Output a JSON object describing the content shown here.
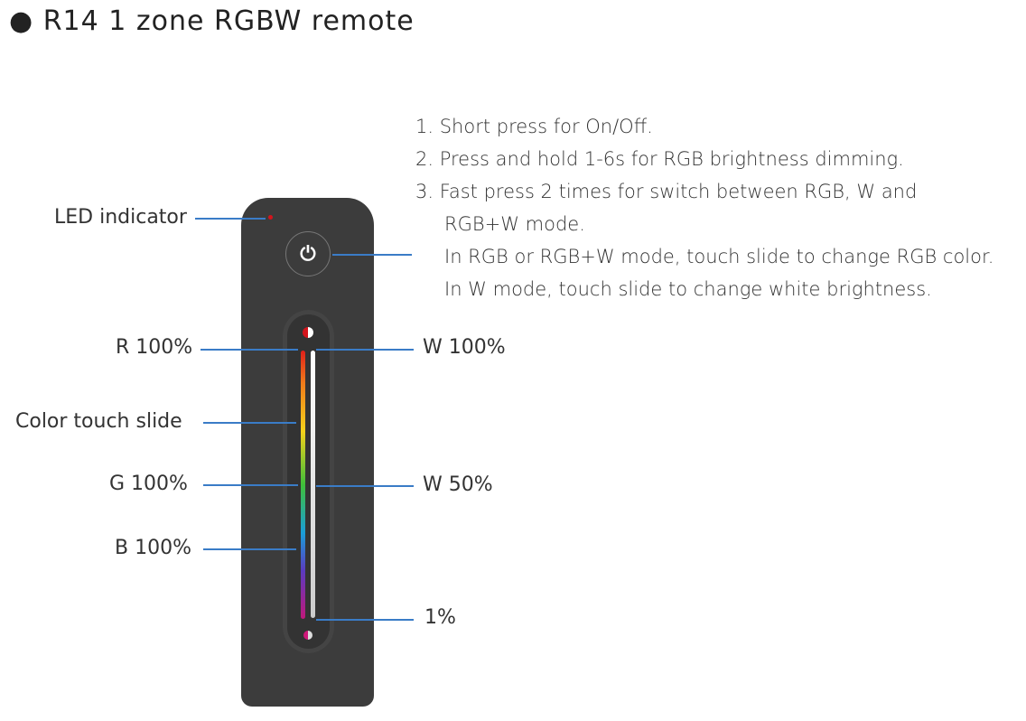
{
  "title": "● R14   1 zone RGBW remote",
  "instructions": [
    "1. Short press for On/Off.",
    "2. Press and hold 1-6s for RGB brightness dimming.",
    "3. Fast press 2 times for switch between RGB, W and",
    "RGB+W mode.",
    "In RGB or RGB+W mode, touch slide to change RGB color.",
    "In W mode, touch slide to change white brightness."
  ],
  "labels": {
    "led": "LED indicator",
    "r": "R 100%",
    "slide": "Color touch slide",
    "g": "G 100%",
    "b": "B 100%",
    "w100": "W 100%",
    "w50": "W 50%",
    "w1": "1%"
  },
  "colors": {
    "body": "#3c3c3c",
    "line": "#3a7cc7",
    "led": "#d4141c"
  }
}
